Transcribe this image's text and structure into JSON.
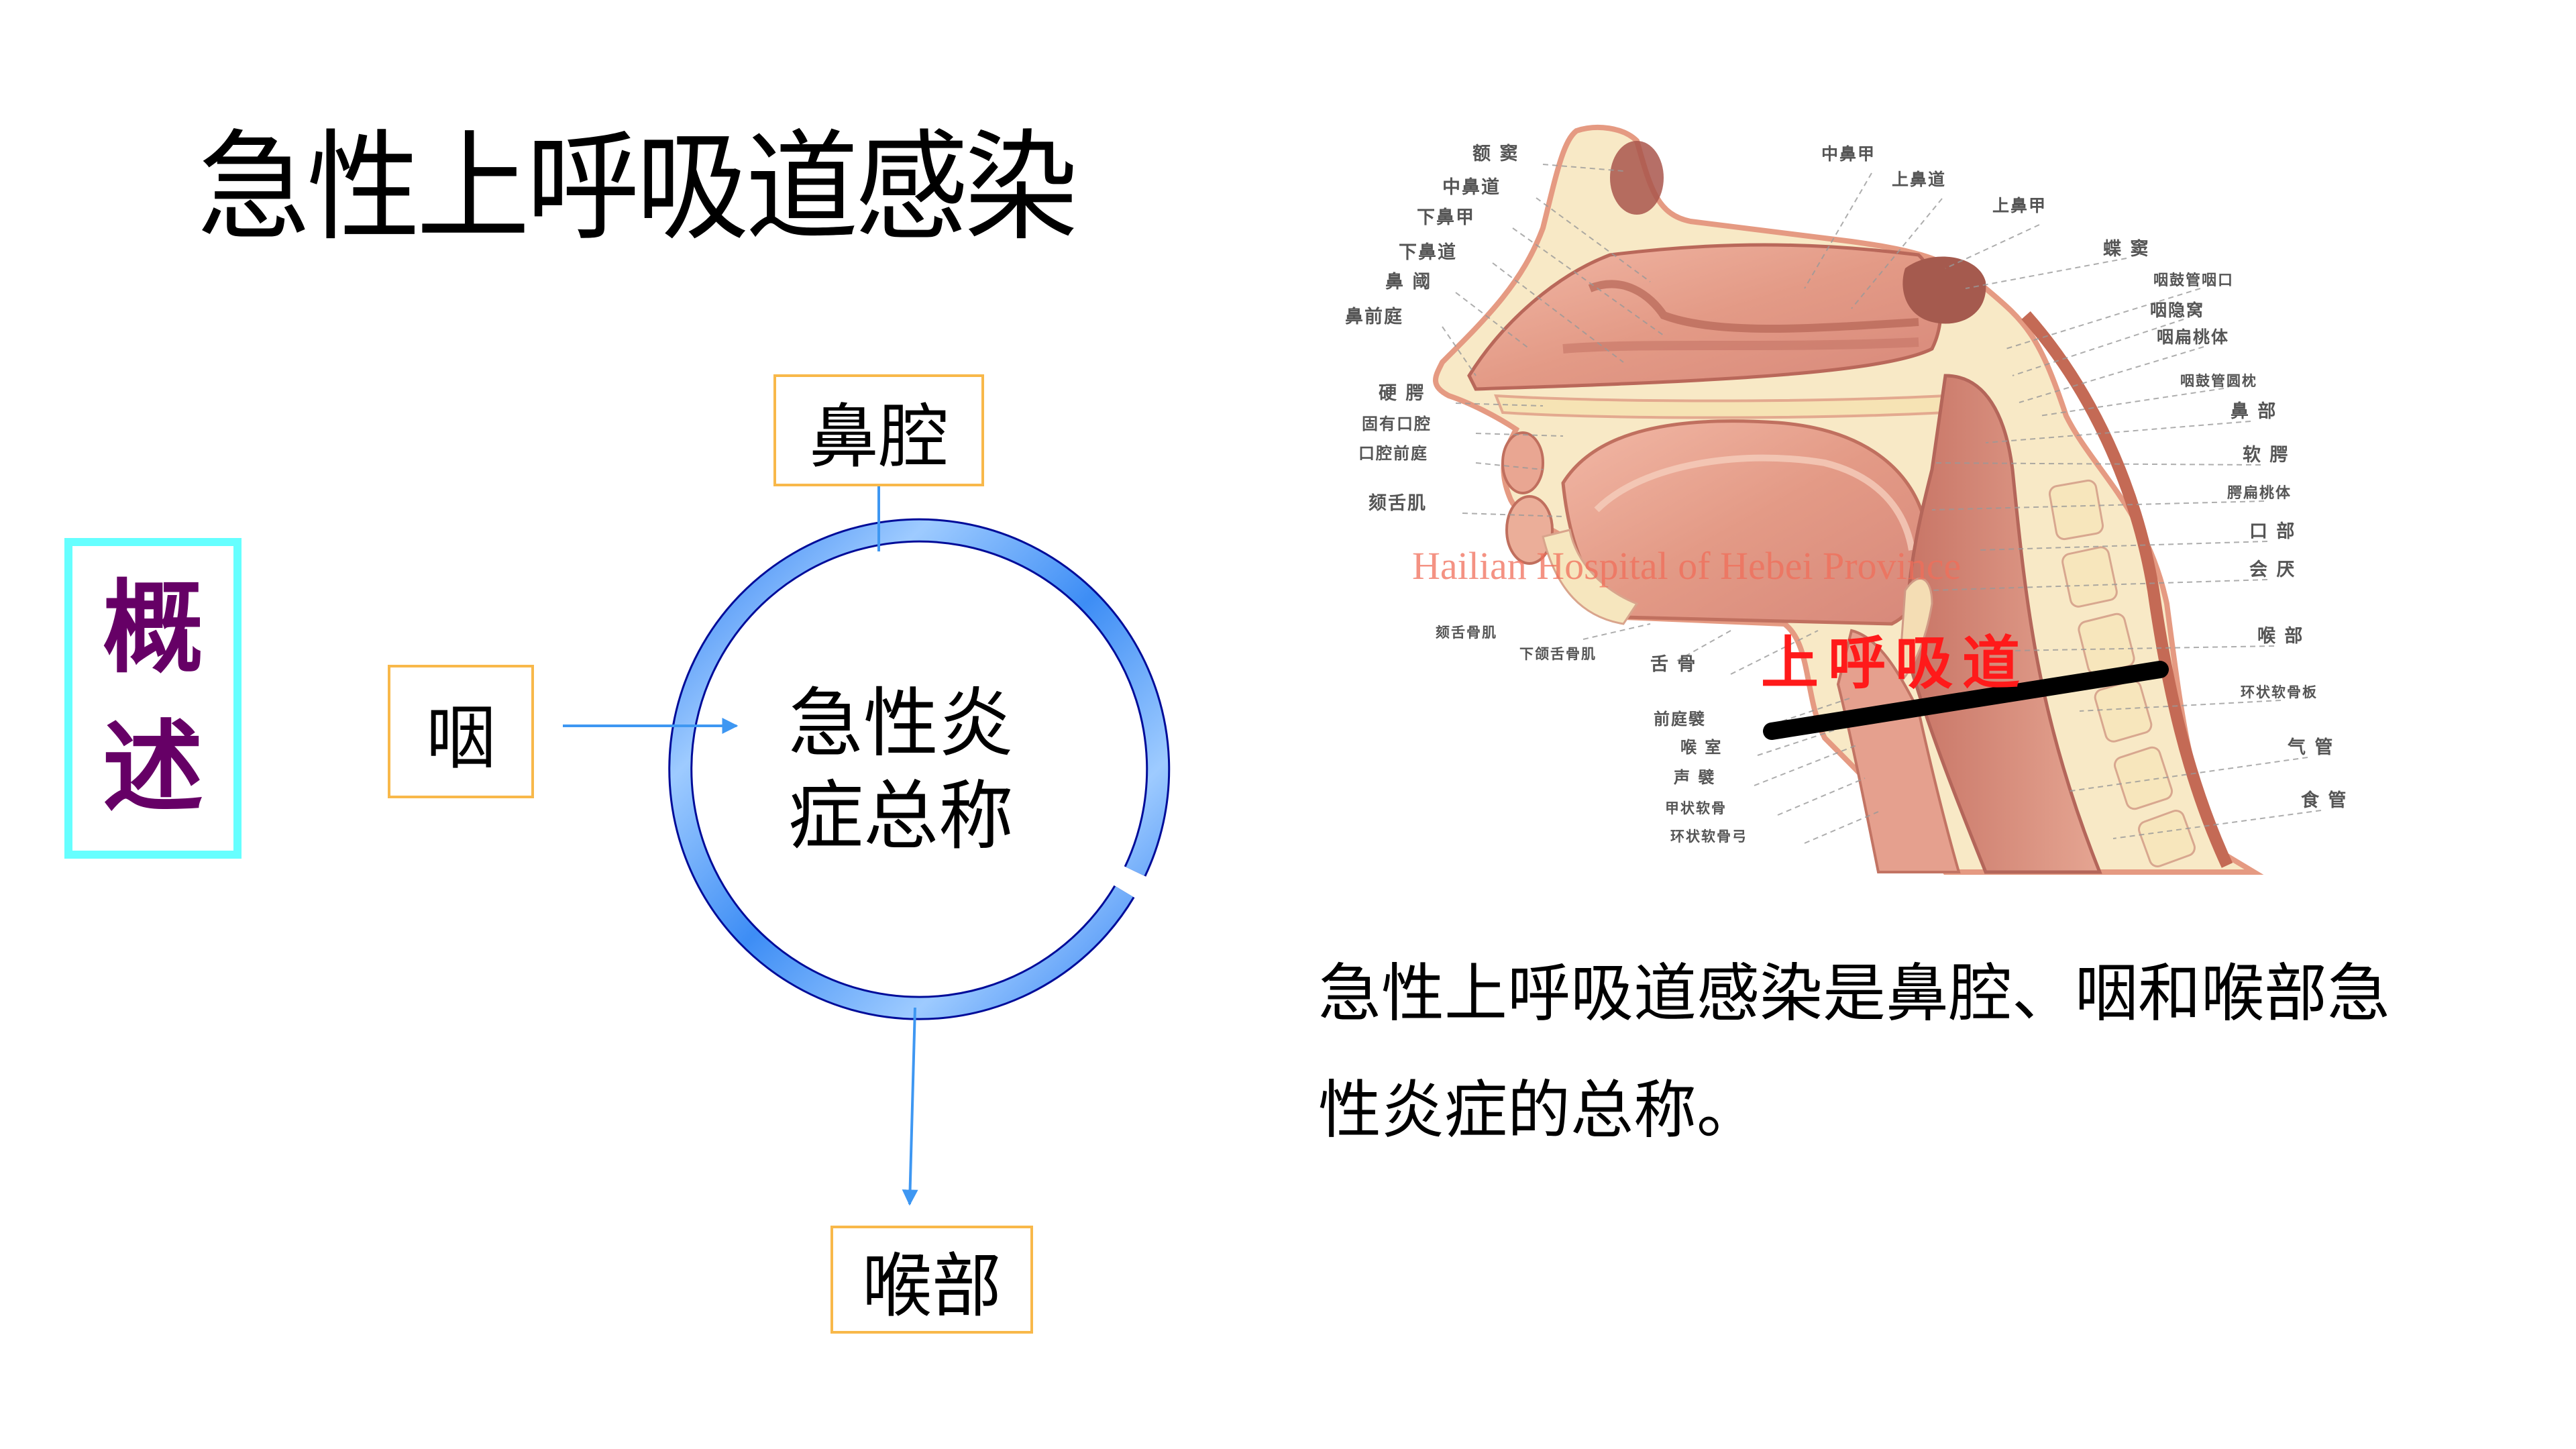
{
  "slide": {
    "title": "急性上呼吸道感染",
    "section_badge": {
      "chars": [
        "概",
        "述"
      ],
      "text_color": "#660066",
      "border_color": "#66FFFF"
    },
    "diagram": {
      "center_lines": [
        "急性炎",
        "症总称"
      ],
      "nodes": {
        "nasal_cavity": "鼻腔",
        "pharynx": "咽",
        "larynx": "喉部"
      },
      "ring_color": "#3F8CF5",
      "ring_outline": "#000C99",
      "arrow_color": "#3E97F2",
      "node_border_color": "#F8B84A"
    },
    "anatomy_figure": {
      "watermark": "Hailian Hospital of Hebei Province",
      "highlight_label": "上呼吸道",
      "highlight_color": "#FF1A1A",
      "labels_left": [
        "额 窦",
        "中鼻道",
        "下鼻甲",
        "下鼻道",
        "鼻 阈",
        "鼻前庭",
        "硬 腭",
        "固有口腔",
        "口腔前庭",
        "颏舌肌"
      ],
      "labels_top": [
        "中鼻甲",
        "上鼻道",
        "上鼻甲"
      ],
      "labels_right": [
        "蝶 窦",
        "咽鼓管咽口",
        "咽隐窝",
        "咽扁桃体",
        "咽鼓管圆枕",
        "鼻 部",
        "软 腭",
        "腭扁桃体",
        "口 部",
        "会 厌",
        "喉 部",
        "环状软骨板",
        "气 管",
        "食 管"
      ],
      "labels_bottom": [
        "颏舌骨肌",
        "下颌舌骨肌",
        "舌 骨",
        "前庭襞",
        "喉 室",
        "声 襞",
        "甲状软骨",
        "环状软骨弓"
      ]
    },
    "description": {
      "line1": "急性上呼吸道感染是鼻腔、咽和喉部急",
      "line2": "性炎症的总称。"
    }
  }
}
